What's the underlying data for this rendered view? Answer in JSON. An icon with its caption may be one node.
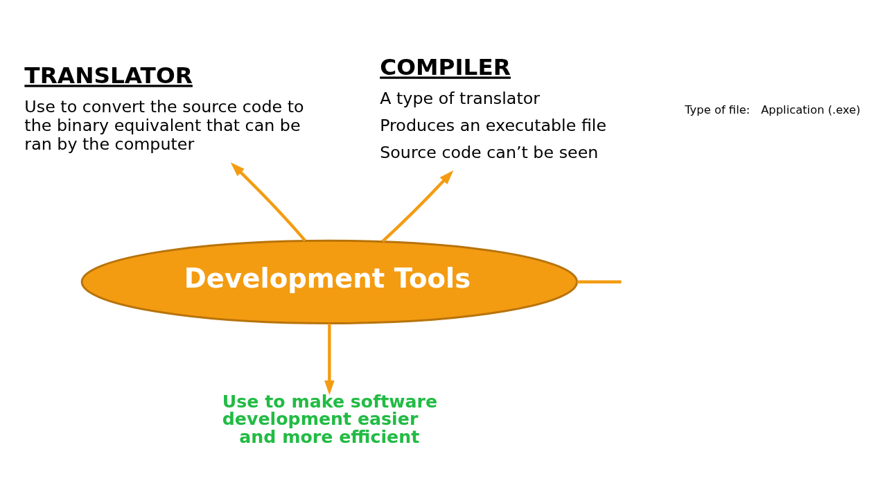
{
  "diagram": {
    "nodes": [
      {
        "text": [
          "Development Tools"
        ]
      },
      {
        "text": [
          "TRANSLATOR",
          "Use to convert the source code to the binary equivalent that can be ran by the computer"
        ]
      },
      {
        "text": [
          "COMPILER",
          "A type of translator",
          "Produces an executable file",
          "Source code can’t be seen"
        ]
      },
      {
        "text": [
          "Use to make software development easier and more efficient"
        ]
      }
    ],
    "edges": [
      {
        "from": 0,
        "to": 1,
        "arrow": "to"
      },
      {
        "from": 0,
        "to": 2,
        "arrow": "to"
      },
      {
        "from": 0,
        "to": 3,
        "arrow": "to"
      },
      {
        "from": 0,
        "to": null,
        "arrow": "none"
      }
    ],
    "labels": [
      "Type of file:",
      "Application (.exe)"
    ]
  }
}
